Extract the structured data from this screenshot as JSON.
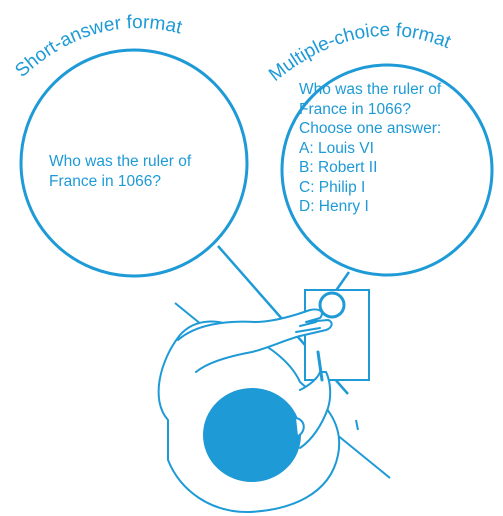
{
  "theme": {
    "accent_color": "#1e9ad6",
    "background_color": "#ffffff"
  },
  "left_bubble": {
    "heading": "Short-answer format",
    "question_lines": [
      "Who was the ruler of",
      "France in 1066?"
    ]
  },
  "right_bubble": {
    "heading": "Multiple-choice format",
    "question_lines": [
      "Who was the ruler of",
      "France in 1066?",
      "Choose one answer:",
      "A: Louis VI",
      "B: Robert II",
      "C: Philip I",
      "D: Henry I"
    ]
  },
  "illustration": {
    "subject": "person-at-desk-top-view-icon"
  }
}
